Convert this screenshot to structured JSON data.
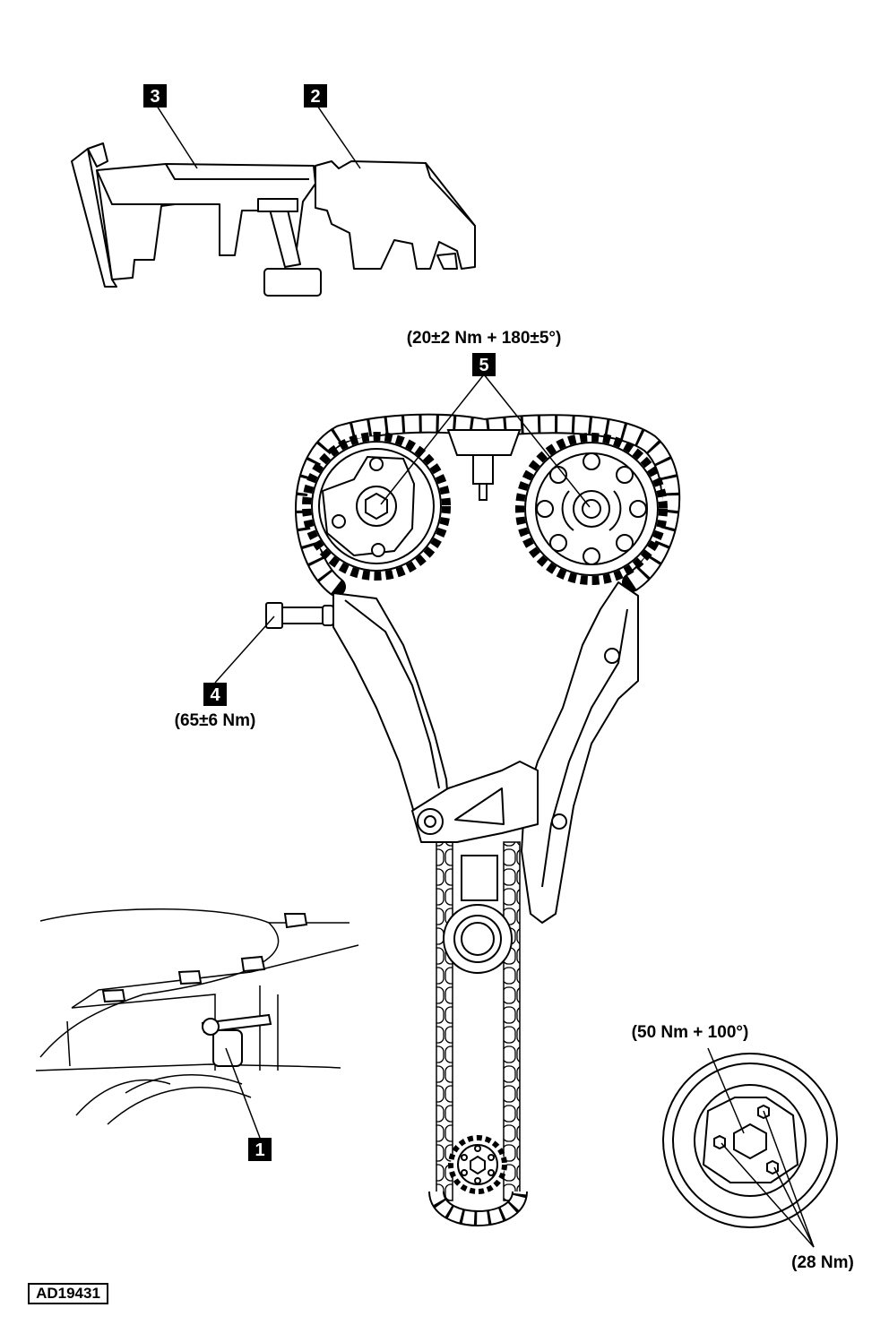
{
  "callouts": {
    "c1": "1",
    "c2": "2",
    "c3": "3",
    "c4": "4",
    "c5": "5"
  },
  "torques": {
    "camshaft_bolts": "(20±2 Nm + 180±5°)",
    "tensioner": "(65±6 Nm)",
    "crank_pulley_center": "(50 Nm + 100°)",
    "crank_pulley_bolts": "(28 Nm)"
  },
  "reference": "AD19431",
  "colors": {
    "line": "#000000",
    "callout_bg": "#000000",
    "callout_text": "#ffffff",
    "background": "#ffffff"
  }
}
